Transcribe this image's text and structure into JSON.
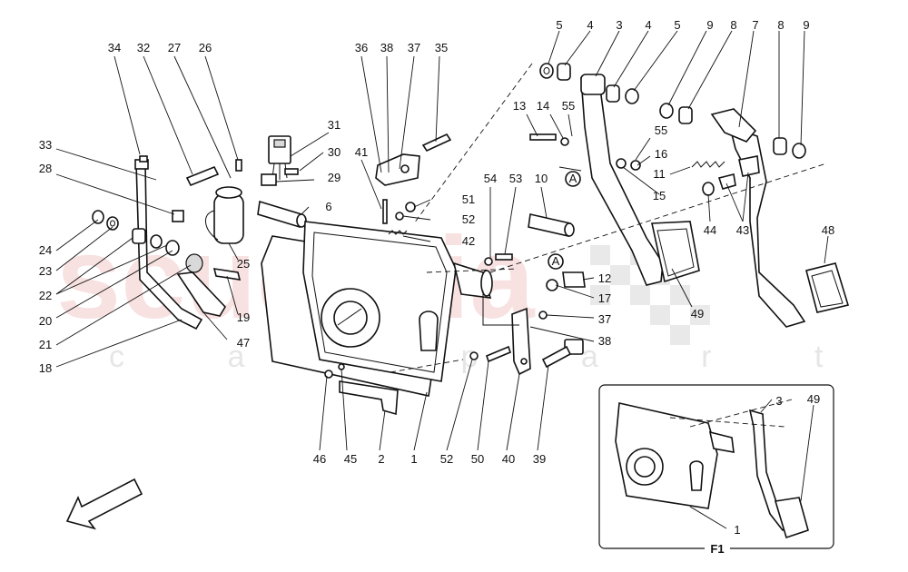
{
  "watermark": {
    "brand": "scuderia",
    "sub": "c a r   p a r t s",
    "color": "#f3c9c9"
  },
  "inset": {
    "title": "F1"
  },
  "callouts": {
    "a_left": "A",
    "a_mid": "A"
  },
  "labels": [
    {
      "id": "34",
      "text": "34"
    },
    {
      "id": "32",
      "text": "32"
    },
    {
      "id": "27",
      "text": "27"
    },
    {
      "id": "26",
      "text": "26"
    },
    {
      "id": "31",
      "text": "31"
    },
    {
      "id": "30",
      "text": "30"
    },
    {
      "id": "29",
      "text": "29"
    },
    {
      "id": "33",
      "text": "33"
    },
    {
      "id": "28",
      "text": "28"
    },
    {
      "id": "6",
      "text": "6"
    },
    {
      "id": "24",
      "text": "24"
    },
    {
      "id": "23",
      "text": "23"
    },
    {
      "id": "22",
      "text": "22"
    },
    {
      "id": "20",
      "text": "20"
    },
    {
      "id": "21",
      "text": "21"
    },
    {
      "id": "18",
      "text": "18"
    },
    {
      "id": "47",
      "text": "47"
    },
    {
      "id": "19",
      "text": "19"
    },
    {
      "id": "25",
      "text": "25"
    },
    {
      "id": "36",
      "text": "36"
    },
    {
      "id": "38a",
      "text": "38"
    },
    {
      "id": "37a",
      "text": "37"
    },
    {
      "id": "35",
      "text": "35"
    },
    {
      "id": "41",
      "text": "41"
    },
    {
      "id": "51",
      "text": "51"
    },
    {
      "id": "52a",
      "text": "52"
    },
    {
      "id": "42",
      "text": "42"
    },
    {
      "id": "54",
      "text": "54"
    },
    {
      "id": "53",
      "text": "53"
    },
    {
      "id": "10",
      "text": "10"
    },
    {
      "id": "12",
      "text": "12"
    },
    {
      "id": "17",
      "text": "17"
    },
    {
      "id": "37b",
      "text": "37"
    },
    {
      "id": "38b",
      "text": "38"
    },
    {
      "id": "46",
      "text": "46"
    },
    {
      "id": "45",
      "text": "45"
    },
    {
      "id": "2",
      "text": "2"
    },
    {
      "id": "1a",
      "text": "1"
    },
    {
      "id": "52b",
      "text": "52"
    },
    {
      "id": "50",
      "text": "50"
    },
    {
      "id": "40",
      "text": "40"
    },
    {
      "id": "39",
      "text": "39"
    },
    {
      "id": "5a",
      "text": "5"
    },
    {
      "id": "4a",
      "text": "4"
    },
    {
      "id": "3a",
      "text": "3"
    },
    {
      "id": "4b",
      "text": "4"
    },
    {
      "id": "5b",
      "text": "5"
    },
    {
      "id": "9a",
      "text": "9"
    },
    {
      "id": "8a",
      "text": "8"
    },
    {
      "id": "7",
      "text": "7"
    },
    {
      "id": "8b",
      "text": "8"
    },
    {
      "id": "9b",
      "text": "9"
    },
    {
      "id": "13",
      "text": "13"
    },
    {
      "id": "14",
      "text": "14"
    },
    {
      "id": "55a",
      "text": "55"
    },
    {
      "id": "55b",
      "text": "55"
    },
    {
      "id": "16",
      "text": "16"
    },
    {
      "id": "11",
      "text": "11"
    },
    {
      "id": "15",
      "text": "15"
    },
    {
      "id": "44",
      "text": "44"
    },
    {
      "id": "43",
      "text": "43"
    },
    {
      "id": "48",
      "text": "48"
    },
    {
      "id": "49a",
      "text": "49"
    },
    {
      "id": "3b",
      "text": "3"
    },
    {
      "id": "49b",
      "text": "49"
    },
    {
      "id": "1b",
      "text": "1"
    }
  ]
}
